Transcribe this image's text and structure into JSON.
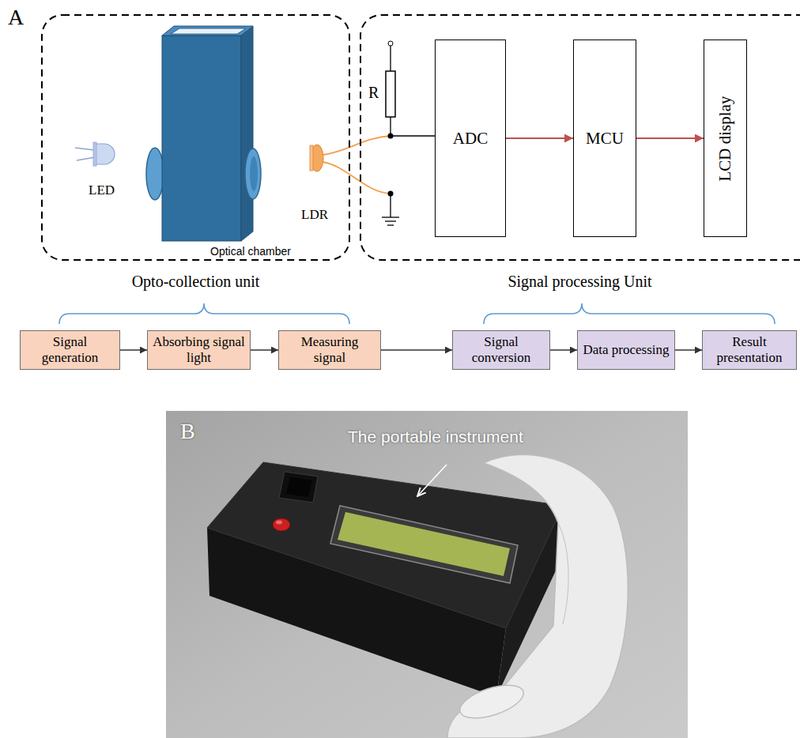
{
  "diagram": {
    "nodes": [
      {
        "text": [
          "Opto-collection unit"
        ]
      },
      {
        "text": [
          "Signal processing Unit"
        ]
      },
      {
        "text": [
          "ADC"
        ],
        "in": 1
      },
      {
        "text": [
          "MCU"
        ],
        "in": 1
      },
      {
        "text": [
          "LCD display"
        ],
        "in": 1
      },
      {
        "text": [
          "Signal generation"
        ]
      },
      {
        "text": [
          "Absorbing signal light"
        ]
      },
      {
        "text": [
          "Measuring signal"
        ]
      },
      {
        "text": [
          "Signal conversion"
        ]
      },
      {
        "text": [
          "Data processing"
        ]
      },
      {
        "text": [
          "Result presentation"
        ]
      }
    ],
    "edges": [
      {
        "from": 2,
        "to": 3,
        "arrow": "to"
      },
      {
        "from": 3,
        "to": 4,
        "arrow": "to"
      },
      {
        "from": 5,
        "to": 6,
        "arrow": "to"
      },
      {
        "from": 6,
        "to": 7,
        "arrow": "to"
      },
      {
        "from": 7,
        "to": 8,
        "arrow": "to"
      },
      {
        "from": 8,
        "to": 9,
        "arrow": "to"
      },
      {
        "from": 9,
        "to": 10,
        "arrow": "to"
      }
    ],
    "labels": [
      "A",
      "LED",
      "Optical chamber",
      "LDR",
      "R",
      "B",
      "The portable instrument"
    ]
  }
}
